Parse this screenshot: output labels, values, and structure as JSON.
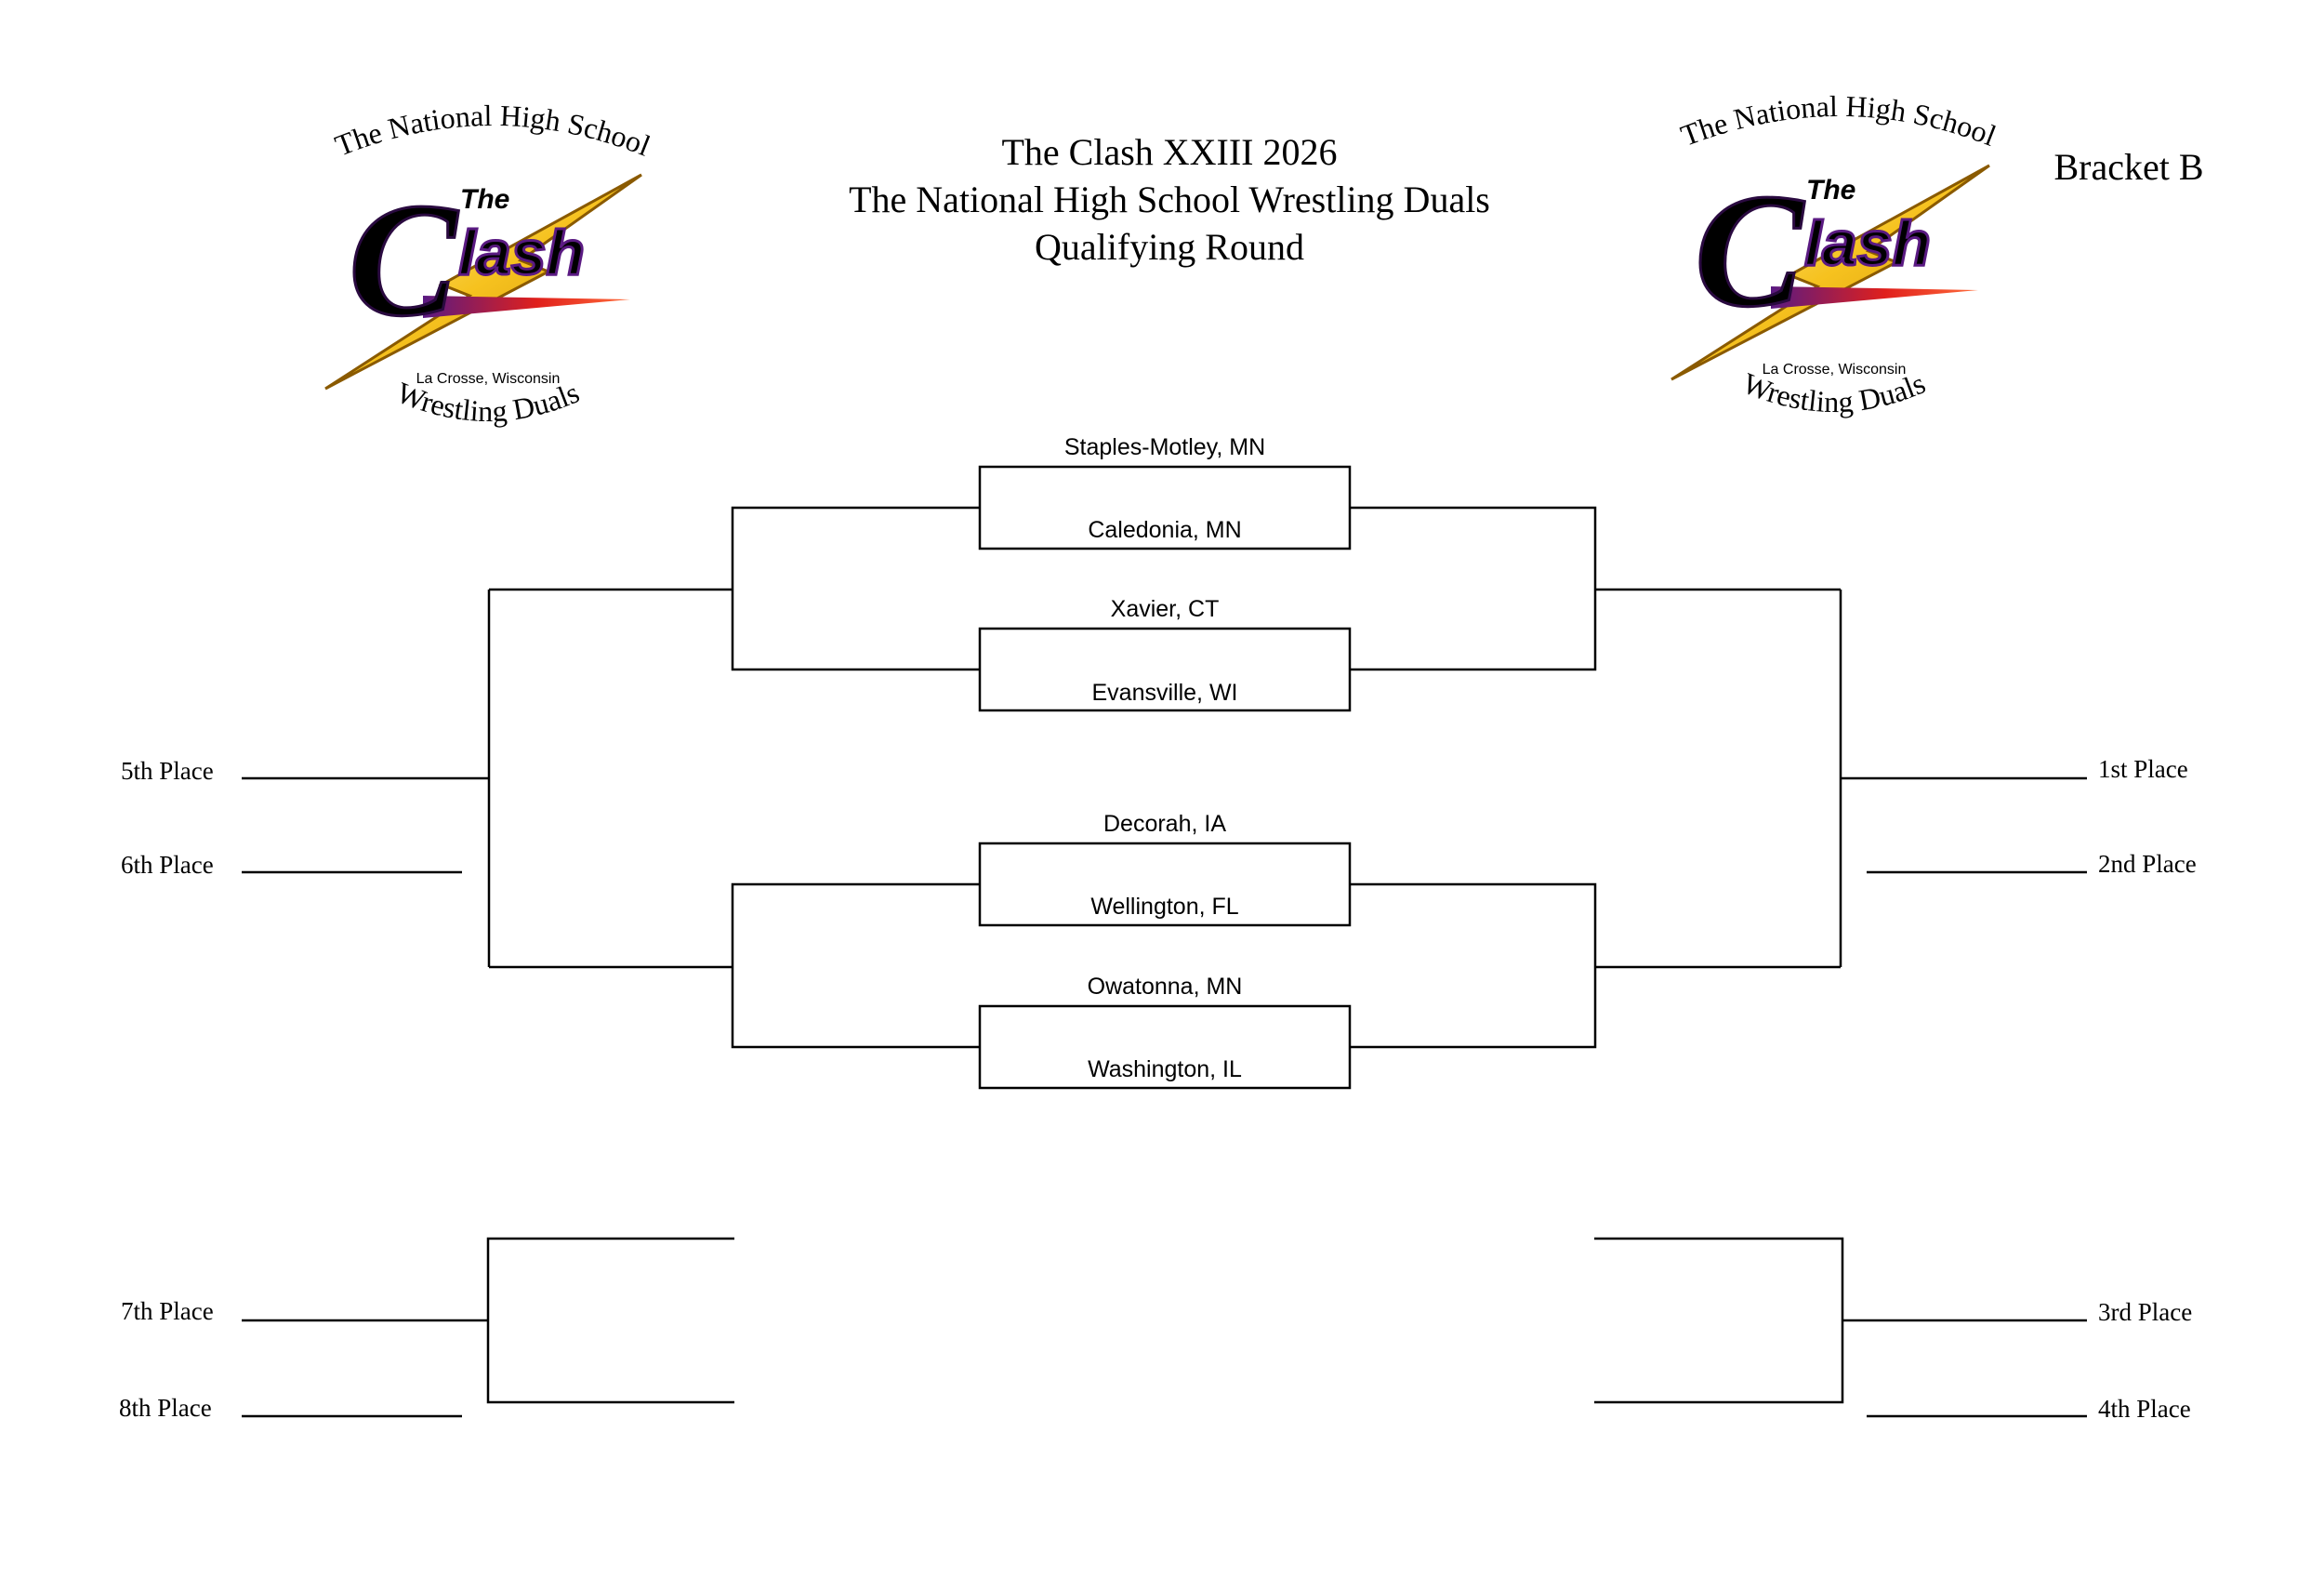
{
  "header": {
    "title_line1": "The Clash XXIII 2026",
    "title_line2": "The National High School Wrestling Duals",
    "title_line3": "Qualifying Round",
    "bracket_label": "Bracket B"
  },
  "logo": {
    "arc_top": "The National High School",
    "the": "The",
    "c": "C",
    "lash": "lash",
    "location": "La Crosse, Wisconsin",
    "arc_bottom": "Wrestling Duals",
    "colors": {
      "purple": "#5a1a82",
      "red": "#e0201c",
      "yellow": "#f6c21f"
    }
  },
  "matches": [
    {
      "top": "Staples-Motley, MN",
      "bottom": "Caledonia, MN"
    },
    {
      "top": "Xavier, CT",
      "bottom": "Evansville, WI"
    },
    {
      "top": "Decorah, IA",
      "bottom": "Wellington, FL"
    },
    {
      "top": "Owatonna, MN",
      "bottom": "Washington, IL"
    }
  ],
  "places": {
    "first": "1st Place",
    "second": "2nd Place",
    "third": "3rd Place",
    "fourth": "4th Place",
    "fifth": "5th Place",
    "sixth": "6th Place",
    "seventh": "7th Place",
    "eighth": "8th Place"
  }
}
